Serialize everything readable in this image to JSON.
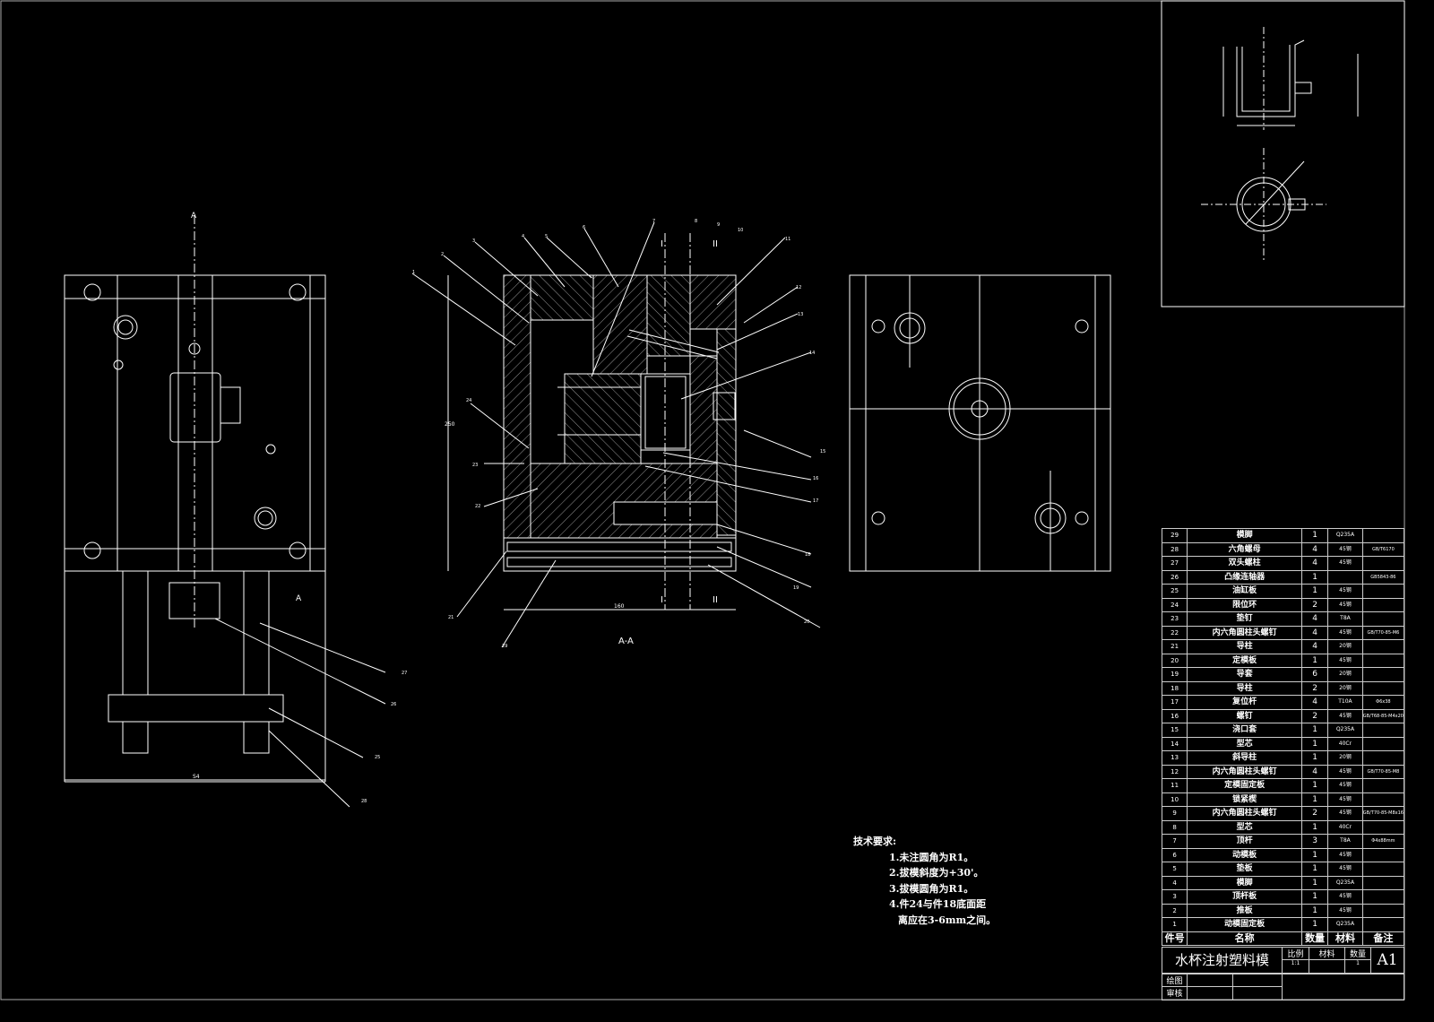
{
  "drawing": {
    "section_label": "A-A",
    "section_marks": {
      "a": "A",
      "roman1": "I",
      "roman2": "II"
    },
    "dims": {
      "left_width": "S4",
      "mid_width": "160",
      "mid_height": "250"
    },
    "left_leaders": [
      "27",
      "26",
      "25",
      "28"
    ],
    "mid_leaders_top": [
      "1",
      "2",
      "3",
      "4",
      "5",
      "6",
      "7",
      "8",
      "9",
      "10",
      "11"
    ],
    "mid_leaders_right": [
      "12",
      "13",
      "14",
      "15",
      "16",
      "17",
      "18",
      "19",
      "20"
    ],
    "mid_leaders_left": [
      "24",
      "23",
      "22",
      "21",
      "29"
    ]
  },
  "tech_requirements": {
    "title": "技术要求:",
    "items": [
      "1.未注圆角为R1。",
      "2.拔模斜度为+30'。",
      "3.拔模圆角为R1。",
      "4.件24与件18底面距",
      "离应在3-6mm之间。"
    ]
  },
  "bom": {
    "rows": [
      {
        "no": "29",
        "name": "模脚",
        "qty": "1",
        "mat": "Q235A",
        "note": ""
      },
      {
        "no": "28",
        "name": "六角螺母",
        "qty": "4",
        "mat": "45钢",
        "note": "GB/T6170"
      },
      {
        "no": "27",
        "name": "双头螺柱",
        "qty": "4",
        "mat": "45钢",
        "note": ""
      },
      {
        "no": "26",
        "name": "凸缘连轴器",
        "qty": "1",
        "mat": "",
        "note": "GB5843-86"
      },
      {
        "no": "25",
        "name": "油缸板",
        "qty": "1",
        "mat": "45钢",
        "note": ""
      },
      {
        "no": "24",
        "name": "限位环",
        "qty": "2",
        "mat": "45钢",
        "note": ""
      },
      {
        "no": "23",
        "name": "垫钉",
        "qty": "4",
        "mat": "T8A",
        "note": ""
      },
      {
        "no": "22",
        "name": "内六角圆柱头螺钉",
        "qty": "4",
        "mat": "45钢",
        "note": "GB/T70-85-M6"
      },
      {
        "no": "21",
        "name": "导柱",
        "qty": "4",
        "mat": "20钢",
        "note": ""
      },
      {
        "no": "20",
        "name": "定模板",
        "qty": "1",
        "mat": "45钢",
        "note": ""
      },
      {
        "no": "19",
        "name": "导套",
        "qty": "6",
        "mat": "20钢",
        "note": ""
      },
      {
        "no": "18",
        "name": "导柱",
        "qty": "2",
        "mat": "20钢",
        "note": ""
      },
      {
        "no": "17",
        "name": "复位杆",
        "qty": "4",
        "mat": "T10A",
        "note": "Φ6x38"
      },
      {
        "no": "16",
        "name": "螺钉",
        "qty": "2",
        "mat": "45钢",
        "note": "GB/T68-85-M4x20"
      },
      {
        "no": "15",
        "name": "浇口套",
        "qty": "1",
        "mat": "Q235A",
        "note": ""
      },
      {
        "no": "14",
        "name": "型芯",
        "qty": "1",
        "mat": "40Cr",
        "note": ""
      },
      {
        "no": "13",
        "name": "斜导柱",
        "qty": "1",
        "mat": "20钢",
        "note": ""
      },
      {
        "no": "12",
        "name": "内六角圆柱头螺钉",
        "qty": "4",
        "mat": "45钢",
        "note": "GB/T70-85-M8"
      },
      {
        "no": "11",
        "name": "定模固定板",
        "qty": "1",
        "mat": "45钢",
        "note": ""
      },
      {
        "no": "10",
        "name": "锁紧楔",
        "qty": "1",
        "mat": "45钢",
        "note": ""
      },
      {
        "no": "9",
        "name": "内六角圆柱头螺钉",
        "qty": "2",
        "mat": "45钢",
        "note": "GB/T70-85-M8x16"
      },
      {
        "no": "8",
        "name": "型芯",
        "qty": "1",
        "mat": "40Cr",
        "note": ""
      },
      {
        "no": "7",
        "name": "顶杆",
        "qty": "3",
        "mat": "T8A",
        "note": "Φ4x88mm"
      },
      {
        "no": "6",
        "name": "动模板",
        "qty": "1",
        "mat": "45钢",
        "note": ""
      },
      {
        "no": "5",
        "name": "垫板",
        "qty": "1",
        "mat": "45钢",
        "note": ""
      },
      {
        "no": "4",
        "name": "模脚",
        "qty": "1",
        "mat": "Q235A",
        "note": ""
      },
      {
        "no": "3",
        "name": "顶杆板",
        "qty": "1",
        "mat": "45钢",
        "note": ""
      },
      {
        "no": "2",
        "name": "推板",
        "qty": "1",
        "mat": "45钢",
        "note": ""
      },
      {
        "no": "1",
        "name": "动模固定板",
        "qty": "1",
        "mat": "Q235A",
        "note": ""
      }
    ],
    "header": {
      "no": "件号",
      "name": "名称",
      "qty": "数量",
      "mat": "材料",
      "note": "备注"
    }
  },
  "title_block": {
    "title": "水杯注射塑料模",
    "scale_label": "比例",
    "material_label": "材料",
    "qty_label": "数量",
    "scale": "1:1",
    "qty": "1",
    "sheet": "A1",
    "drawn": "绘图",
    "checked": "审核"
  }
}
